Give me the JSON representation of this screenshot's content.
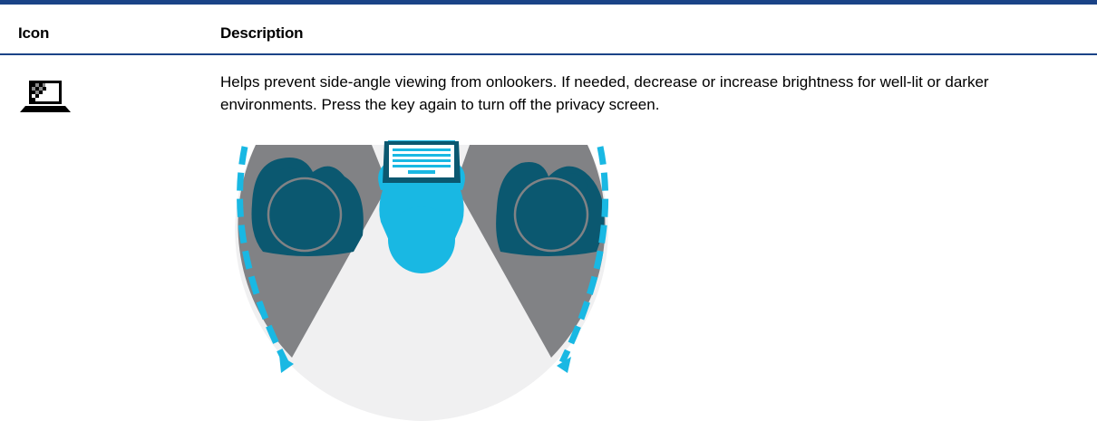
{
  "colors": {
    "accent_blue": "#1a4387",
    "cyan": "#19b8e3",
    "teal": "#0b5870",
    "gray": "#818285",
    "light_gray": "#f0f0f1"
  },
  "table": {
    "header": {
      "icon": "Icon",
      "description": "Description"
    },
    "rows": [
      {
        "icon": "privacy-screen-key-icon",
        "description": "Helps prevent side-angle viewing from onlookers. If needed, decrease or increase brightness for well-lit or darker environments. Press the key again to turn off the privacy screen."
      }
    ]
  },
  "illustration": {
    "name": "privacy-screen-viewing-angle-illustration"
  }
}
